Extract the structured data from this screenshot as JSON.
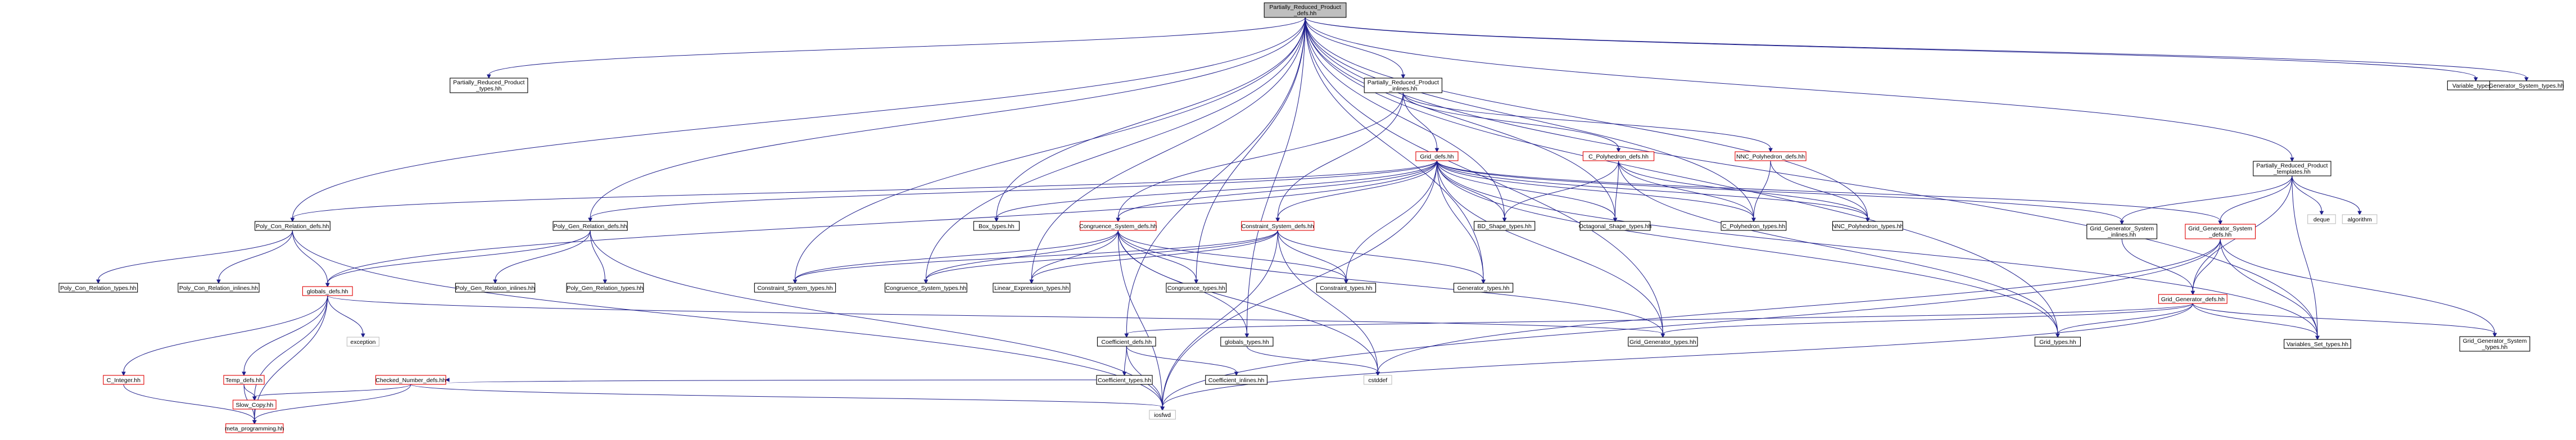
{
  "graph": {
    "nodes": [
      {
        "id": "root",
        "lines": [
          "Partially_Reduced_Product",
          "_defs.hh"
        ],
        "style": "root"
      },
      {
        "id": "prp_types",
        "lines": [
          "Partially_Reduced_Product",
          "_types.hh"
        ],
        "style": "black"
      },
      {
        "id": "prp_inlines",
        "lines": [
          "Partially_Reduced_Product",
          "_inlines.hh"
        ],
        "style": "black"
      },
      {
        "id": "prp_templates",
        "lines": [
          "Partially_Reduced_Product",
          "_templates.hh"
        ],
        "style": "black"
      },
      {
        "id": "variable_types",
        "lines": [
          "Variable_types.hh"
        ],
        "style": "black"
      },
      {
        "id": "gen_sys_types",
        "lines": [
          "Generator_System_types.hh"
        ],
        "style": "black"
      },
      {
        "id": "grid_defs",
        "lines": [
          "Grid_defs.hh"
        ],
        "style": "red"
      },
      {
        "id": "cpoly_defs",
        "lines": [
          "C_Polyhedron_defs.hh"
        ],
        "style": "red"
      },
      {
        "id": "nncpoly_defs",
        "lines": [
          "NNC_Polyhedron_defs.hh"
        ],
        "style": "red"
      },
      {
        "id": "deque",
        "lines": [
          "deque"
        ],
        "style": "gray"
      },
      {
        "id": "algorithm",
        "lines": [
          "algorithm"
        ],
        "style": "gray"
      },
      {
        "id": "polycon_defs",
        "lines": [
          "Poly_Con_Relation_defs.hh"
        ],
        "style": "black"
      },
      {
        "id": "polygen_defs",
        "lines": [
          "Poly_Gen_Relation_defs.hh"
        ],
        "style": "black"
      },
      {
        "id": "box_types",
        "lines": [
          "Box_types.hh"
        ],
        "style": "black"
      },
      {
        "id": "congsys_defs",
        "lines": [
          "Congruence_System_defs.hh"
        ],
        "style": "red"
      },
      {
        "id": "consys_defs",
        "lines": [
          "Constraint_System_defs.hh"
        ],
        "style": "red"
      },
      {
        "id": "bds_types",
        "lines": [
          "BD_Shape_types.hh"
        ],
        "style": "black"
      },
      {
        "id": "oct_types",
        "lines": [
          "Octagonal_Shape_types.hh"
        ],
        "style": "black"
      },
      {
        "id": "cpoly_types",
        "lines": [
          "C_Polyhedron_types.hh"
        ],
        "style": "black"
      },
      {
        "id": "nncpoly_types",
        "lines": [
          "NNC_Polyhedron_types.hh"
        ],
        "style": "black"
      },
      {
        "id": "gridgensys_inlines",
        "lines": [
          "Grid_Generator_System",
          "_inlines.hh"
        ],
        "style": "black"
      },
      {
        "id": "gridgensys_defs",
        "lines": [
          "Grid_Generator_System",
          "_defs.hh"
        ],
        "style": "red"
      },
      {
        "id": "polycon_types",
        "lines": [
          "Poly_Con_Relation_types.hh"
        ],
        "style": "black"
      },
      {
        "id": "polycon_inlines",
        "lines": [
          "Poly_Con_Relation_inlines.hh"
        ],
        "style": "black"
      },
      {
        "id": "globals_defs",
        "lines": [
          "globals_defs.hh"
        ],
        "style": "red"
      },
      {
        "id": "polygen_inlines",
        "lines": [
          "Poly_Gen_Relation_inlines.hh"
        ],
        "style": "black"
      },
      {
        "id": "polygen_types",
        "lines": [
          "Poly_Gen_Relation_types.hh"
        ],
        "style": "black"
      },
      {
        "id": "consys_types",
        "lines": [
          "Constraint_System_types.hh"
        ],
        "style": "black"
      },
      {
        "id": "congsys_types",
        "lines": [
          "Congruence_System_types.hh"
        ],
        "style": "black"
      },
      {
        "id": "linexpr_types",
        "lines": [
          "Linear_Expression_types.hh"
        ],
        "style": "black"
      },
      {
        "id": "cong_types",
        "lines": [
          "Congruence_types.hh"
        ],
        "style": "black"
      },
      {
        "id": "constraint_types",
        "lines": [
          "Constraint_types.hh"
        ],
        "style": "black"
      },
      {
        "id": "generator_types",
        "lines": [
          "Generator_types.hh"
        ],
        "style": "black"
      },
      {
        "id": "gridgen_defs",
        "lines": [
          "Grid_Generator_defs.hh"
        ],
        "style": "red"
      },
      {
        "id": "grid_types",
        "lines": [
          "Grid_types.hh"
        ],
        "style": "black"
      },
      {
        "id": "varset_types",
        "lines": [
          "Variables_Set_types.hh"
        ],
        "style": "black"
      },
      {
        "id": "gridgensys_types",
        "lines": [
          "Grid_Generator_System",
          "_types.hh"
        ],
        "style": "black"
      },
      {
        "id": "exception",
        "lines": [
          "exception"
        ],
        "style": "gray"
      },
      {
        "id": "coeff_defs",
        "lines": [
          "Coefficient_defs.hh"
        ],
        "style": "black"
      },
      {
        "id": "globals_types",
        "lines": [
          "globals_types.hh"
        ],
        "style": "black"
      },
      {
        "id": "gridgen_types",
        "lines": [
          "Grid_Generator_types.hh"
        ],
        "style": "black"
      },
      {
        "id": "coeff_types",
        "lines": [
          "Coefficient_types.hh"
        ],
        "style": "black"
      },
      {
        "id": "coeff_inlines",
        "lines": [
          "Coefficient_inlines.hh"
        ],
        "style": "black"
      },
      {
        "id": "cstddef",
        "lines": [
          "cstddef"
        ],
        "style": "gray"
      },
      {
        "id": "cinteger",
        "lines": [
          "C_Integer.hh"
        ],
        "style": "red"
      },
      {
        "id": "temp_defs",
        "lines": [
          "Temp_defs.hh"
        ],
        "style": "red"
      },
      {
        "id": "checkednum_defs",
        "lines": [
          "Checked_Number_defs.hh"
        ],
        "style": "red"
      },
      {
        "id": "slow_copy",
        "lines": [
          "Slow_Copy.hh"
        ],
        "style": "red"
      },
      {
        "id": "iosfwd",
        "lines": [
          "iosfwd"
        ],
        "style": "gray"
      },
      {
        "id": "meta_prog",
        "lines": [
          "meta_programming.hh"
        ],
        "style": "red"
      }
    ],
    "edges": [
      [
        "root",
        "prp_types"
      ],
      [
        "root",
        "prp_inlines"
      ],
      [
        "root",
        "prp_templates"
      ],
      [
        "root",
        "variable_types"
      ],
      [
        "root",
        "gen_sys_types"
      ],
      [
        "root",
        "polycon_defs"
      ],
      [
        "root",
        "polygen_defs"
      ],
      [
        "root",
        "box_types"
      ],
      [
        "root",
        "congsys_types"
      ],
      [
        "root",
        "consys_types"
      ],
      [
        "root",
        "linexpr_types"
      ],
      [
        "root",
        "cong_types"
      ],
      [
        "root",
        "generator_types"
      ],
      [
        "root",
        "bds_types"
      ],
      [
        "root",
        "oct_types"
      ],
      [
        "root",
        "cpoly_types"
      ],
      [
        "root",
        "nncpoly_types"
      ],
      [
        "root",
        "grid_types"
      ],
      [
        "root",
        "varset_types"
      ],
      [
        "root",
        "gridgen_types"
      ],
      [
        "root",
        "coeff_defs"
      ],
      [
        "root",
        "globals_types"
      ],
      [
        "prp_inlines",
        "grid_defs"
      ],
      [
        "prp_inlines",
        "cpoly_defs"
      ],
      [
        "prp_inlines",
        "nncpoly_defs"
      ],
      [
        "prp_inlines",
        "congsys_defs"
      ],
      [
        "prp_inlines",
        "consys_defs"
      ],
      [
        "prp_templates",
        "gridgensys_inlines"
      ],
      [
        "prp_templates",
        "gridgensys_defs"
      ],
      [
        "prp_templates",
        "gridgen_defs"
      ],
      [
        "prp_templates",
        "deque"
      ],
      [
        "prp_templates",
        "algorithm"
      ],
      [
        "prp_templates",
        "varset_types"
      ],
      [
        "grid_defs",
        "box_types"
      ],
      [
        "grid_defs",
        "bds_types"
      ],
      [
        "grid_defs",
        "oct_types"
      ],
      [
        "grid_defs",
        "cpoly_types"
      ],
      [
        "grid_defs",
        "nncpoly_types"
      ],
      [
        "grid_defs",
        "congsys_defs"
      ],
      [
        "grid_defs",
        "consys_defs"
      ],
      [
        "grid_defs",
        "polycon_defs"
      ],
      [
        "grid_defs",
        "polygen_defs"
      ],
      [
        "grid_defs",
        "globals_defs"
      ],
      [
        "grid_defs",
        "gridgensys_inlines"
      ],
      [
        "grid_defs",
        "gridgensys_defs"
      ],
      [
        "grid_defs",
        "grid_types"
      ],
      [
        "grid_defs",
        "varset_types"
      ],
      [
        "grid_defs",
        "constraint_types"
      ],
      [
        "grid_defs",
        "generator_types"
      ],
      [
        "grid_defs",
        "gridgen_types"
      ],
      [
        "grid_defs",
        "iosfwd"
      ],
      [
        "cpoly_defs",
        "bds_types"
      ],
      [
        "cpoly_defs",
        "oct_types"
      ],
      [
        "cpoly_defs",
        "cpoly_types"
      ],
      [
        "cpoly_defs",
        "nncpoly_types"
      ],
      [
        "cpoly_defs",
        "grid_types"
      ],
      [
        "nncpoly_defs",
        "cpoly_types"
      ],
      [
        "nncpoly_defs",
        "nncpoly_types"
      ],
      [
        "polycon_defs",
        "polycon_types"
      ],
      [
        "polycon_defs",
        "polycon_inlines"
      ],
      [
        "polycon_defs",
        "globals_defs"
      ],
      [
        "polycon_defs",
        "iosfwd"
      ],
      [
        "polygen_defs",
        "polygen_inlines"
      ],
      [
        "polygen_defs",
        "polygen_types"
      ],
      [
        "polygen_defs",
        "globals_defs"
      ],
      [
        "polygen_defs",
        "iosfwd"
      ],
      [
        "congsys_defs",
        "consys_types"
      ],
      [
        "congsys_defs",
        "congsys_types"
      ],
      [
        "congsys_defs",
        "linexpr_types"
      ],
      [
        "congsys_defs",
        "cong_types"
      ],
      [
        "congsys_defs",
        "constraint_types"
      ],
      [
        "congsys_defs",
        "gridgen_types"
      ],
      [
        "congsys_defs",
        "globals_types"
      ],
      [
        "congsys_defs",
        "cstddef"
      ],
      [
        "congsys_defs",
        "iosfwd"
      ],
      [
        "consys_defs",
        "consys_types"
      ],
      [
        "consys_defs",
        "congsys_types"
      ],
      [
        "consys_defs",
        "linexpr_types"
      ],
      [
        "consys_defs",
        "constraint_types"
      ],
      [
        "consys_defs",
        "generator_types"
      ],
      [
        "consys_defs",
        "cstddef"
      ],
      [
        "consys_defs",
        "iosfwd"
      ],
      [
        "gridgensys_inlines",
        "gridgen_defs"
      ],
      [
        "gridgensys_defs",
        "gridgen_defs"
      ],
      [
        "gridgensys_defs",
        "varset_types"
      ],
      [
        "gridgensys_defs",
        "gridgensys_types"
      ],
      [
        "gridgensys_defs",
        "cstddef"
      ],
      [
        "gridgensys_defs",
        "iosfwd"
      ],
      [
        "gridgen_defs",
        "coeff_defs"
      ],
      [
        "gridgen_defs",
        "grid_types"
      ],
      [
        "gridgen_defs",
        "varset_types"
      ],
      [
        "gridgen_defs",
        "gridgensys_types"
      ],
      [
        "gridgen_defs",
        "gridgen_types"
      ],
      [
        "gridgen_defs",
        "iosfwd"
      ],
      [
        "globals_defs",
        "exception"
      ],
      [
        "globals_defs",
        "cinteger"
      ],
      [
        "globals_defs",
        "temp_defs"
      ],
      [
        "globals_defs",
        "slow_copy"
      ],
      [
        "globals_defs",
        "meta_prog"
      ],
      [
        "globals_defs",
        "gridgen_types"
      ],
      [
        "coeff_defs",
        "coeff_types"
      ],
      [
        "coeff_defs",
        "coeff_inlines"
      ],
      [
        "coeff_defs",
        "iosfwd"
      ],
      [
        "globals_types",
        "cstddef"
      ],
      [
        "coeff_types",
        "checkednum_defs"
      ],
      [
        "checkednum_defs",
        "slow_copy"
      ],
      [
        "checkednum_defs",
        "meta_prog"
      ],
      [
        "checkednum_defs",
        "iosfwd"
      ],
      [
        "cinteger",
        "meta_prog"
      ],
      [
        "temp_defs",
        "slow_copy"
      ],
      [
        "temp_defs",
        "meta_prog"
      ],
      [
        "slow_copy",
        "meta_prog"
      ]
    ]
  }
}
